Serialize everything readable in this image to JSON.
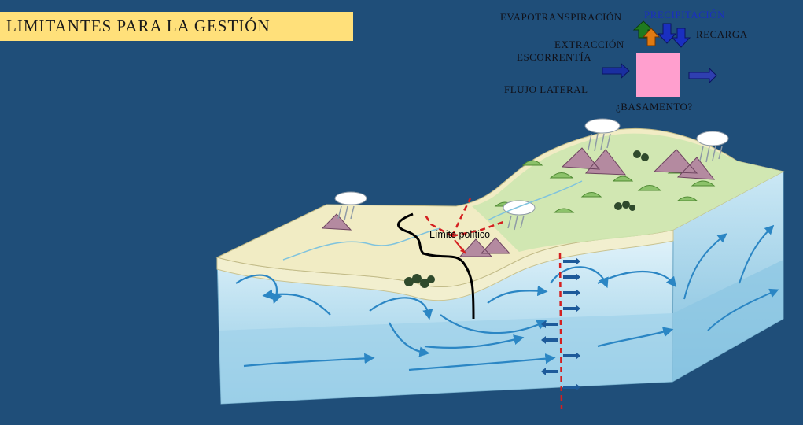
{
  "slide": {
    "title": "LIMITANTES PARA LA GESTIÓN"
  },
  "water_balance": {
    "evapotranspiracion": "EVAPOTRANSPIRACIÓN",
    "precipitacion": "PRECIPITACIÓN",
    "recarga": "RECARGA",
    "extraccion": "EXTRACCIÓN",
    "escorrentia": "ESCORRENTÍA",
    "flujo_lateral": "FLUJO LATERAL",
    "basamento": "¿BASAMENTO?"
  },
  "diagram": {
    "limite_label": "Límite político"
  },
  "colors": {
    "background": "#1f4e79",
    "title_box": "#ffe07a",
    "aquifer_box": "#ff9fce",
    "precip_text": "#1a2fc0",
    "boundary_red": "#d42020"
  },
  "icons": [
    "cloud-icon",
    "rain-icon",
    "mountain-icon",
    "tree-icon",
    "arrow-icon"
  ]
}
